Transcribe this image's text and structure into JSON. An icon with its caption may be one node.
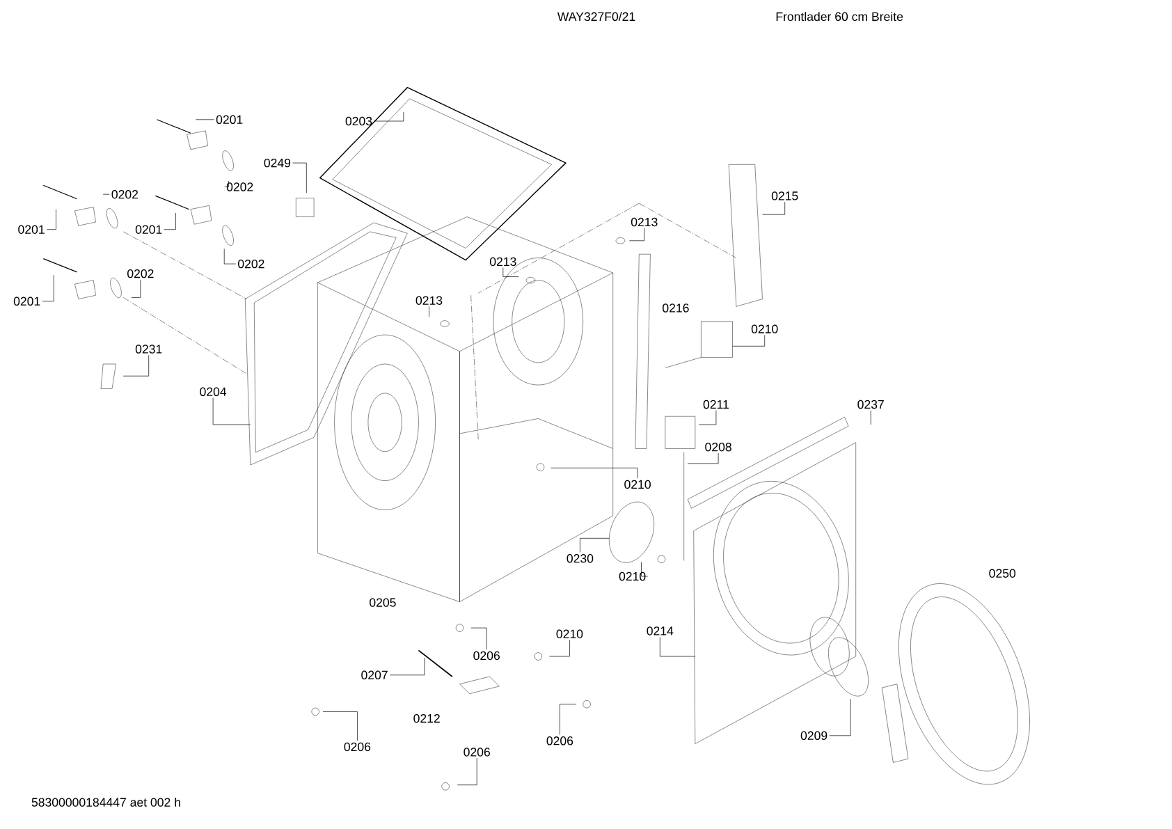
{
  "diagram": {
    "nodes": [
      {
        "text": [
          "0201"
        ]
      },
      {
        "text": [
          "0202"
        ]
      },
      {
        "text": [
          "0203"
        ]
      },
      {
        "text": [
          "0249"
        ]
      },
      {
        "text": [
          "0202"
        ]
      },
      {
        "text": [
          "0201"
        ]
      },
      {
        "text": [
          "0201"
        ]
      },
      {
        "text": [
          "0202"
        ]
      },
      {
        "text": [
          "0202"
        ]
      },
      {
        "text": [
          "0201"
        ]
      },
      {
        "text": [
          "0213"
        ]
      },
      {
        "text": [
          "0213"
        ]
      },
      {
        "text": [
          "0213"
        ]
      },
      {
        "text": [
          "0215"
        ]
      },
      {
        "text": [
          "0210"
        ]
      },
      {
        "text": [
          "0231"
        ]
      },
      {
        "text": [
          "0204"
        ]
      },
      {
        "text": [
          "0211"
        ]
      },
      {
        "text": [
          "0237"
        ]
      },
      {
        "text": [
          "0208"
        ]
      },
      {
        "text": [
          "0210"
        ]
      },
      {
        "text": [
          "0230"
        ]
      },
      {
        "text": [
          "0210"
        ]
      },
      {
        "text": [
          "0214"
        ]
      },
      {
        "text": [
          "0210"
        ]
      },
      {
        "text": [
          "0206"
        ]
      },
      {
        "text": [
          "0207"
        ]
      },
      {
        "text": [
          "0206"
        ]
      },
      {
        "text": [
          "0206"
        ]
      },
      {
        "text": [
          "0209"
        ]
      },
      {
        "text": [
          "0206"
        ]
      }
    ],
    "edges": [
      {
        "from": 0,
        "to": null,
        "arrow": "none"
      },
      {
        "from": 1,
        "to": null,
        "arrow": "none"
      },
      {
        "from": 2,
        "to": null,
        "arrow": "none"
      },
      {
        "from": 3,
        "to": null,
        "arrow": "none"
      },
      {
        "from": 4,
        "to": null,
        "arrow": "none"
      },
      {
        "from": 5,
        "to": null,
        "arrow": "none"
      },
      {
        "from": 6,
        "to": null,
        "arrow": "none"
      },
      {
        "from": 7,
        "to": null,
        "arrow": "none"
      },
      {
        "from": 8,
        "to": null,
        "arrow": "none"
      },
      {
        "from": 9,
        "to": null,
        "arrow": "none"
      },
      {
        "from": 10,
        "to": null,
        "arrow": "none"
      },
      {
        "from": 11,
        "to": null,
        "arrow": "none"
      },
      {
        "from": 12,
        "to": null,
        "arrow": "none"
      },
      {
        "from": 13,
        "to": null,
        "arrow": "none"
      },
      {
        "from": 14,
        "to": null,
        "arrow": "none"
      },
      {
        "from": 15,
        "to": null,
        "arrow": "none"
      },
      {
        "from": 16,
        "to": null,
        "arrow": "none"
      },
      {
        "from": 17,
        "to": null,
        "arrow": "none"
      },
      {
        "from": 18,
        "to": null,
        "arrow": "none"
      },
      {
        "from": 19,
        "to": null,
        "arrow": "none"
      },
      {
        "from": 20,
        "to": null,
        "arrow": "none"
      },
      {
        "from": 21,
        "to": null,
        "arrow": "none"
      },
      {
        "from": 22,
        "to": null,
        "arrow": "none"
      },
      {
        "from": 23,
        "to": null,
        "arrow": "none"
      },
      {
        "from": 24,
        "to": null,
        "arrow": "none"
      },
      {
        "from": 25,
        "to": null,
        "arrow": "none"
      },
      {
        "from": 26,
        "to": null,
        "arrow": "none"
      },
      {
        "from": 27,
        "to": null,
        "arrow": "none"
      },
      {
        "from": 28,
        "to": null,
        "arrow": "none"
      },
      {
        "from": 29,
        "to": null,
        "arrow": "none"
      },
      {
        "from": 30,
        "to": null,
        "arrow": "none"
      }
    ],
    "labels": [
      "WAY327F0/21",
      "Frontlader 60 cm Breite",
      "0216",
      "0250",
      "0205",
      "0212",
      "58300000184447 aet 002 h"
    ]
  }
}
